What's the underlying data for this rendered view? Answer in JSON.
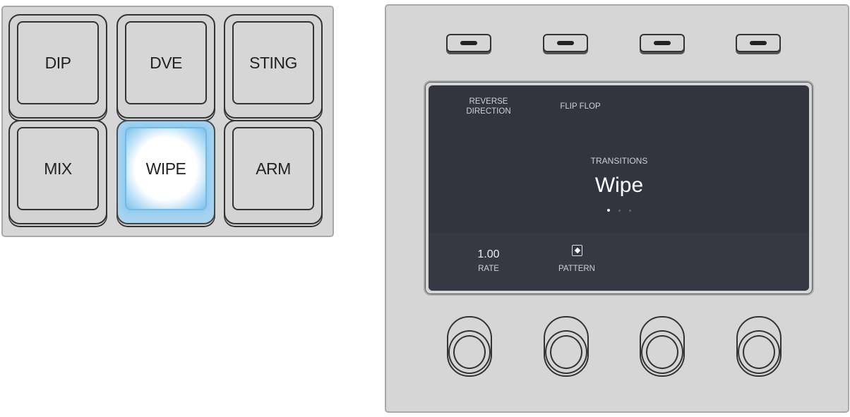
{
  "transition_keys": [
    {
      "label": "DIP",
      "lit": false
    },
    {
      "label": "DVE",
      "lit": false
    },
    {
      "label": "STING",
      "lit": false
    },
    {
      "label": "MIX",
      "lit": false
    },
    {
      "label": "WIPE",
      "lit": true
    },
    {
      "label": "ARM",
      "lit": false
    }
  ],
  "lcd": {
    "soft_buttons": {
      "b1_line1": "REVERSE",
      "b1_line2": "DIRECTION",
      "b2": "FLIP FLOP"
    },
    "menu_label": "TRANSITIONS",
    "menu_value": "Wipe",
    "page_indicator": {
      "current": 1,
      "total": 3
    },
    "rate_value": "1.00",
    "rate_label": "RATE",
    "pattern_icon": "wipe-pattern-icon",
    "pattern_label": "PATTERN"
  },
  "colors": {
    "lit_key": "#8ccbf0",
    "lcd_bg": "#323540"
  }
}
